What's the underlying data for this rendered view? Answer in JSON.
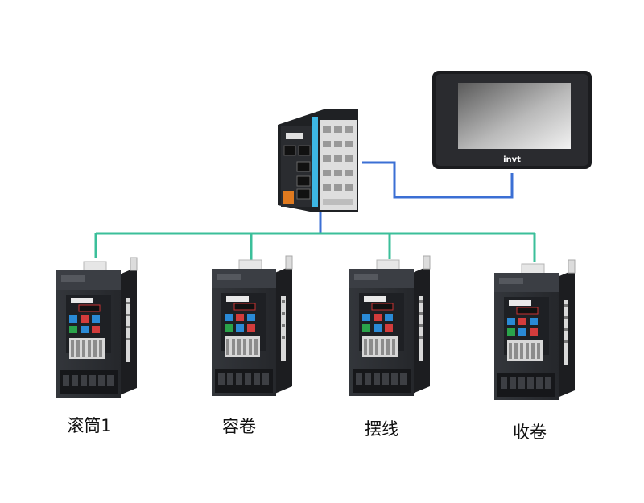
{
  "hmi": {
    "logo_text": "invt"
  },
  "drives": [
    {
      "label": "滚筒1"
    },
    {
      "label": "容卷"
    },
    {
      "label": "摆线"
    },
    {
      "label": "收卷"
    }
  ],
  "colors": {
    "ethernet_link": "#3b6fd4",
    "bus_link": "#3bbf9a",
    "drive_body": "#2b2d31",
    "drive_side": "#1b1c1f",
    "keypad_accent": "#2a8ad6"
  }
}
